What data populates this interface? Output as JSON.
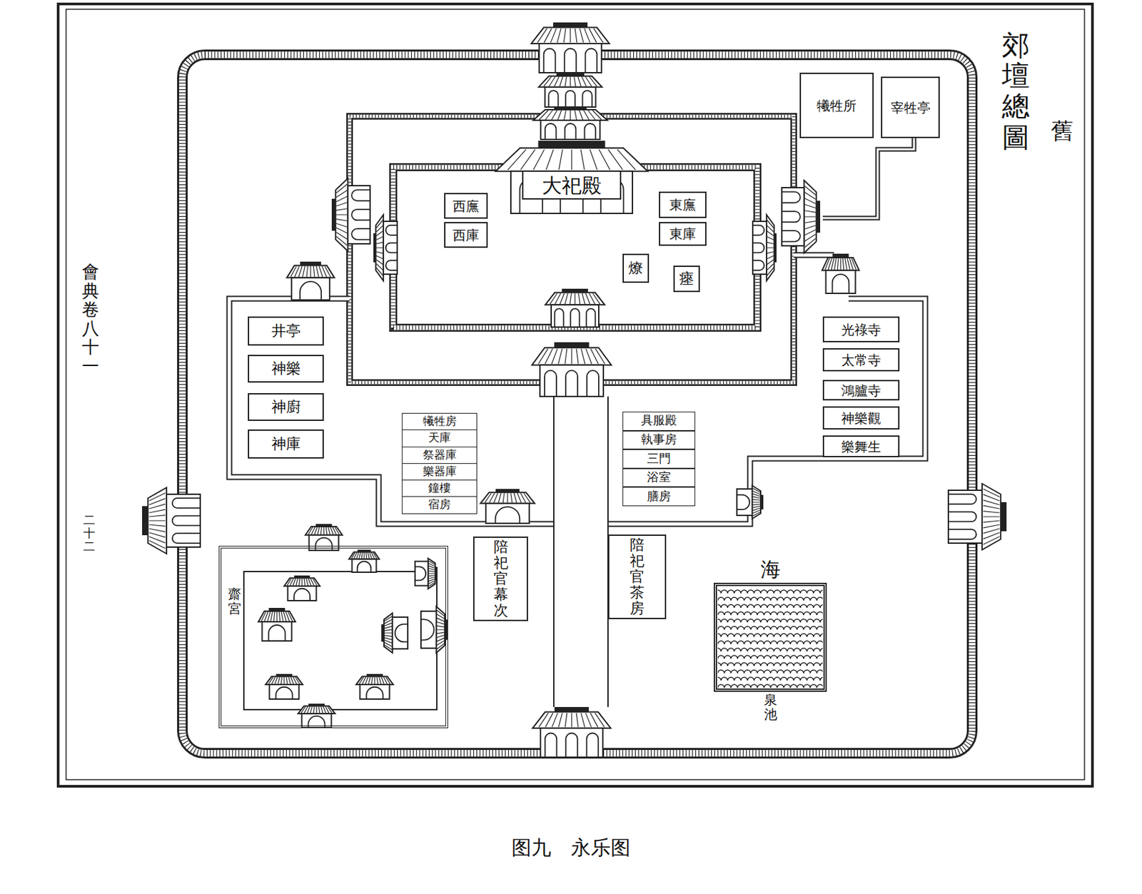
{
  "diagram": {
    "title": "郊壇總圖",
    "caption": "图九　永乐图",
    "nodes": [
      {
        "text": [
          "大祀殿"
        ]
      },
      {
        "text": [
          "西廡"
        ]
      },
      {
        "text": [
          "西庫"
        ]
      },
      {
        "text": [
          "東廡"
        ]
      },
      {
        "text": [
          "東庫"
        ]
      },
      {
        "text": [
          "燎"
        ]
      },
      {
        "text": [
          "瘞"
        ]
      },
      {
        "text": [
          "犧牲所"
        ]
      },
      {
        "text": [
          "宰牲亭"
        ]
      },
      {
        "text": [
          "井亭"
        ]
      },
      {
        "text": [
          "神樂"
        ]
      },
      {
        "text": [
          "神廚"
        ]
      },
      {
        "text": [
          "神庫"
        ]
      },
      {
        "text": [
          "犧牲房"
        ]
      },
      {
        "text": [
          "天庫"
        ]
      },
      {
        "text": [
          "祭器庫"
        ]
      },
      {
        "text": [
          "樂器庫"
        ]
      },
      {
        "text": [
          "鐘樓"
        ]
      },
      {
        "text": [
          "宿房"
        ]
      },
      {
        "text": [
          "具服殿"
        ]
      },
      {
        "text": [
          "執事房"
        ]
      },
      {
        "text": [
          "三門"
        ]
      },
      {
        "text": [
          "浴室"
        ]
      },
      {
        "text": [
          "膳房"
        ]
      },
      {
        "text": [
          "光祿寺"
        ]
      },
      {
        "text": [
          "太常寺"
        ]
      },
      {
        "text": [
          "鴻臚寺"
        ]
      },
      {
        "text": [
          "神樂觀"
        ]
      },
      {
        "text": [
          "樂舞生"
        ]
      },
      {
        "text": [
          "陪祀官幕次"
        ]
      },
      {
        "text": [
          "陪祀官茶房"
        ]
      },
      {
        "text": [
          "齋宮"
        ]
      },
      {
        "text": [
          "海",
          "泉池"
        ]
      }
    ],
    "labels": [
      "舊",
      "會典卷八十一",
      "二十二"
    ]
  }
}
